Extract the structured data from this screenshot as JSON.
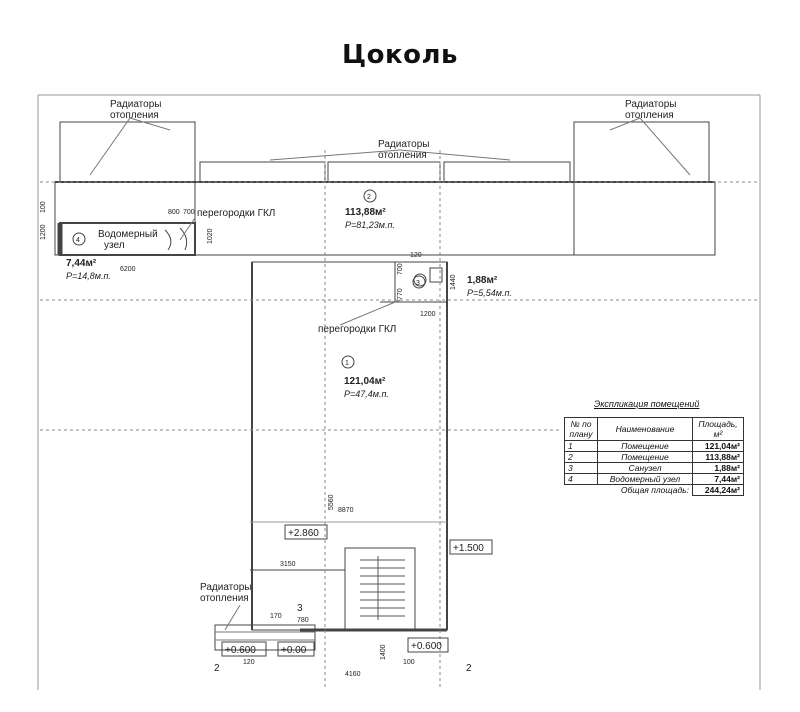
{
  "title": "Цоколь",
  "labels": {
    "radiators": "Радиаторы\nотопления",
    "partitions_gkl": "перегородки ГКЛ",
    "water_meter": "Водомерный\nузел"
  },
  "rooms": [
    {
      "num": "1",
      "area": "121,04м²",
      "perimeter": "P=47,4м.п."
    },
    {
      "num": "2",
      "area": "113,88м²",
      "perimeter": "P=81,23м.п."
    },
    {
      "num": "3",
      "area": "1,88м²",
      "perimeter": "P=5,54м.п."
    },
    {
      "num": "4",
      "area": "7,44м²",
      "perimeter": "P=14,8м.п."
    }
  ],
  "dimensions": [
    "1200",
    "100",
    "800",
    "700",
    "1020",
    "6200",
    "120",
    "770",
    "700",
    "1440",
    "1200",
    "5560",
    "8870",
    "3150",
    "4160",
    "1400",
    "100",
    "170",
    "780",
    "120"
  ],
  "levels": [
    "+2.860",
    "+1.500",
    "+0.600",
    "+0.00",
    "+0.600"
  ],
  "section_marks": [
    "2",
    "2"
  ],
  "stair_mark": "3",
  "explication": {
    "caption": "Экспликация помещений",
    "headers": [
      "№ по плану",
      "Наименование",
      "Площадь, м²"
    ],
    "rows": [
      {
        "n": "1",
        "name": "Помещение",
        "area": "121,04м²"
      },
      {
        "n": "2",
        "name": "Помещение",
        "area": "113,88м²"
      },
      {
        "n": "3",
        "name": "Санузел",
        "area": "1,88м²"
      },
      {
        "n": "4",
        "name": "Водомерный узел",
        "area": "7,44м²"
      }
    ],
    "total_label": "Общая площадь:",
    "total_value": "244,24м²"
  }
}
